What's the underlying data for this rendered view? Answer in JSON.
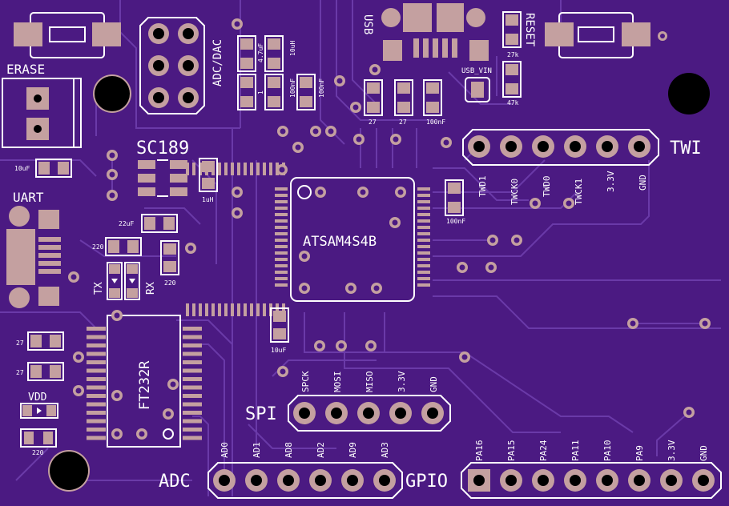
{
  "board": {
    "chip_label": "ATSAM4S4B",
    "ftdi_label": "FT232R",
    "regulator_label": "SC189",
    "erase_label": "ERASE",
    "uart_label": "UART",
    "vdd_label": "VDD",
    "tx_label": "TX",
    "rx_label": "RX",
    "usb_label": "USB",
    "usb_vin_label": "USB_VIN",
    "reset_label": "RESET",
    "adc_dac_label": "ADC/DAC"
  },
  "headers": {
    "twi": {
      "title": "TWI",
      "pins": [
        "TWD1",
        "TWCK0",
        "TWD0",
        "TWCK1",
        "3.3V",
        "GND"
      ]
    },
    "spi": {
      "title": "SPI",
      "pins": [
        "SPCK",
        "MOSI",
        "MISO",
        "3.3V",
        "GND"
      ]
    },
    "adc": {
      "title": "ADC",
      "pins": [
        "AD0",
        "AD1",
        "AD8",
        "AD2",
        "AD9",
        "AD3"
      ]
    },
    "gpio": {
      "title": "GPIO",
      "pins": [
        "PA16",
        "PA15",
        "PA24",
        "PA11",
        "PA10",
        "PA9",
        "3.3V",
        "GND"
      ]
    }
  },
  "components": {
    "c_4u7": "4.7uF",
    "l_10u": "10uH",
    "c_100n_a": "100nF",
    "c_100n_b": "100nF",
    "r_1": "1",
    "r_27k": "27k",
    "r_47k": "47k",
    "r_27_a": "27",
    "r_27_b": "27",
    "c_100n_usb": "100nF",
    "c_10u_left": "10uF",
    "l_1u": "1uH",
    "c_22u": "22uF",
    "r_220_a": "220",
    "r_220_b": "220",
    "c_100n_twi": "100nF",
    "c_10u_mid": "10uF",
    "r_27_c": "27",
    "r_27_d": "27",
    "r_220_vdd": "220"
  },
  "colors": {
    "board": "#4b1a82",
    "trace": "#6a3aa8",
    "silk": "#ffffff",
    "copper": "#c4a0a0",
    "copper_dark": "#8c6a6a",
    "hole": "#000000"
  }
}
